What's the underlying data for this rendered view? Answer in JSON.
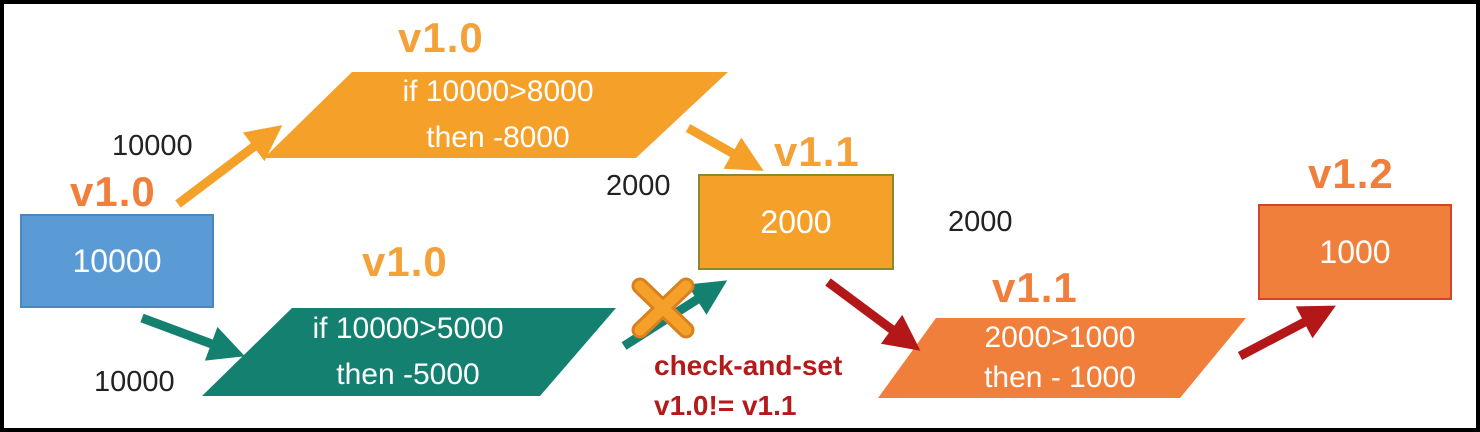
{
  "start": {
    "value": "10000",
    "version": "v1.0",
    "color": "#5b9bd5"
  },
  "txn_a": {
    "version": "v1.0",
    "line1": "if 10000>8000",
    "line2": "then -8000",
    "read_value": "10000",
    "color": "#f5a029"
  },
  "txn_b": {
    "version": "v1.0",
    "line1": "if 10000>5000",
    "line2": "then -5000",
    "read_value": "10000",
    "color": "#138070"
  },
  "state_v11": {
    "version": "v1.1",
    "value": "2000",
    "in_value": "2000",
    "out_value": "2000",
    "color": "#f5a029"
  },
  "txn_c": {
    "version": "v1.1",
    "line1": "2000>1000",
    "line2": "then - 1000",
    "color": "#ef7f3b"
  },
  "state_v12": {
    "version": "v1.2",
    "value": "1000",
    "color": "#ef7f3b"
  },
  "conflict": {
    "line1": "check-and-set",
    "line2": "v1.0!= v1.1",
    "color": "#b51a1a"
  }
}
